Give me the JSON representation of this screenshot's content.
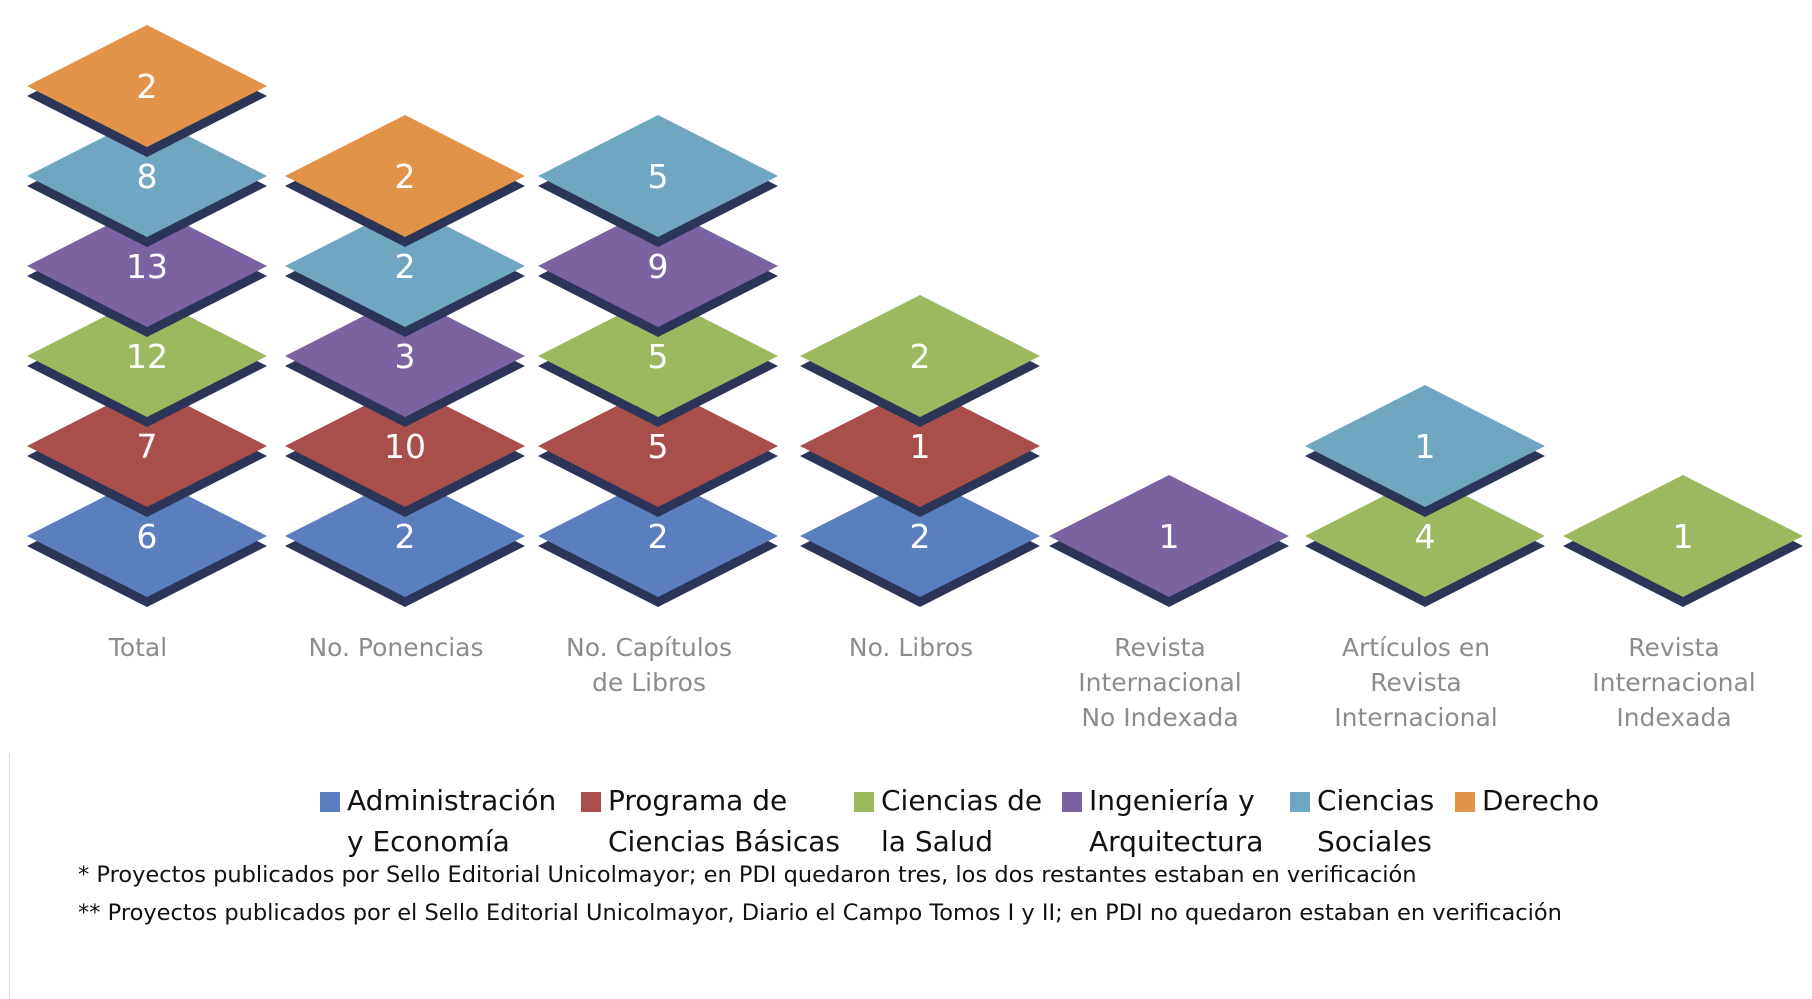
{
  "chart_data": {
    "type": "bar",
    "categories": [
      "Total",
      "No. Ponencias",
      "No. Capítulos de Libros",
      "No. Libros",
      "Revista Internacional No Indexada",
      "Artículos en Revista Internacional",
      "Revista Internacional Indexada"
    ],
    "category_lines": [
      [
        "Total"
      ],
      [
        "No. Ponencias"
      ],
      [
        "No. Capítulos",
        "de Libros"
      ],
      [
        "No. Libros"
      ],
      [
        "Revista",
        "Internacional",
        "No Indexada"
      ],
      [
        "Artículos en",
        "Revista",
        "Internacional"
      ],
      [
        "Revista",
        "Internacional",
        "Indexada"
      ]
    ],
    "series": [
      {
        "name": "Administración y Economía",
        "color": "#5b7fbe",
        "values": [
          6,
          2,
          2,
          2,
          null,
          null,
          null
        ]
      },
      {
        "name": "Programa de Ciencias Básicas",
        "color": "#a84e4b",
        "values": [
          7,
          10,
          5,
          1,
          null,
          null,
          null
        ]
      },
      {
        "name": "Ciencias de la Salud",
        "color": "#9cb95f",
        "values": [
          12,
          null,
          5,
          2,
          null,
          4,
          1
        ]
      },
      {
        "name": "Ingeniería y Arquitectura",
        "color": "#7b63a2",
        "values": [
          13,
          3,
          9,
          null,
          1,
          null,
          null
        ]
      },
      {
        "name": "Ciencias Sociales",
        "color": "#6fa7c3",
        "values": [
          8,
          2,
          5,
          null,
          null,
          1,
          null
        ]
      },
      {
        "name": "Derecho",
        "color": "#e19449",
        "values": [
          2,
          2,
          null,
          null,
          null,
          null,
          null
        ]
      }
    ],
    "legend_position": "bottom",
    "grid": false,
    "shadow_color": "#2c3558"
  },
  "legend": [
    {
      "text": "Administración\ny Economía",
      "color": "#5b7fbe"
    },
    {
      "text": "Programa de\nCiencias Básicas",
      "color": "#a84e4b"
    },
    {
      "text": "Ciencias de\nla Salud",
      "color": "#9cb95f"
    },
    {
      "text": "Ingeniería y\nArquitectura",
      "color": "#7b63a2"
    },
    {
      "text": "Ciencias\nSociales",
      "color": "#6fa7c3"
    },
    {
      "text": "Derecho",
      "color": "#e19449"
    }
  ],
  "footnotes": [
    "* Proyectos publicados por Sello Editorial Unicolmayor; en PDI quedaron tres, los dos restantes estaban en verificación",
    "** Proyectos publicados por el Sello Editorial Unicolmayor, Diario el Campo Tomos I y II; en PDI no quedaron estaban en verificación"
  ]
}
